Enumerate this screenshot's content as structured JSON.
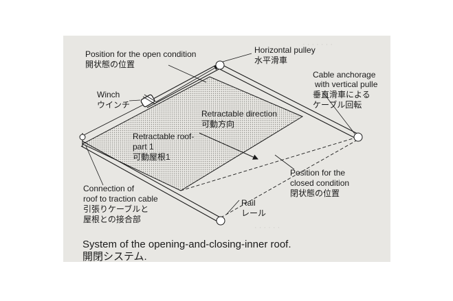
{
  "labels": {
    "open_condition_en": "Position for the open condition",
    "open_condition_jp": "開状態の位置",
    "horizontal_pulley_en": "Horizontal pulley",
    "horizontal_pulley_jp": "水平滑車",
    "cable_anchorage_en_1": "Cable anchorage",
    "cable_anchorage_en_2": "with vertical pulle",
    "cable_anchorage_jp_1": "垂直滑車による",
    "cable_anchorage_jp_2": "ケーブル回転",
    "winch_en": "Winch",
    "winch_jp": "ウインチ",
    "retractable_direction_en": "Retractable direction",
    "retractable_direction_jp": "可動方向",
    "roof_part_en_1": "Retractable roof-",
    "roof_part_en_2": "part 1",
    "roof_part_jp": "可動屋根1",
    "closed_condition_en_1": "Position for the",
    "closed_condition_en_2": "closed condition",
    "closed_condition_jp": "閉状態の位置",
    "connection_en_1": "Connection of",
    "connection_en_2": "roof to traction cable",
    "connection_jp_1": "引張りケーブルと",
    "connection_jp_2": "屋根との接合部",
    "rail_en": "Rail",
    "rail_jp": "レール"
  },
  "caption": {
    "en": "System of the opening-and-closing-inner roof.",
    "jp": "開閉システム."
  },
  "colors": {
    "background": "#e8e7e3",
    "ink": "#1a1a1a",
    "roof_fill": "#c9c8c3"
  }
}
